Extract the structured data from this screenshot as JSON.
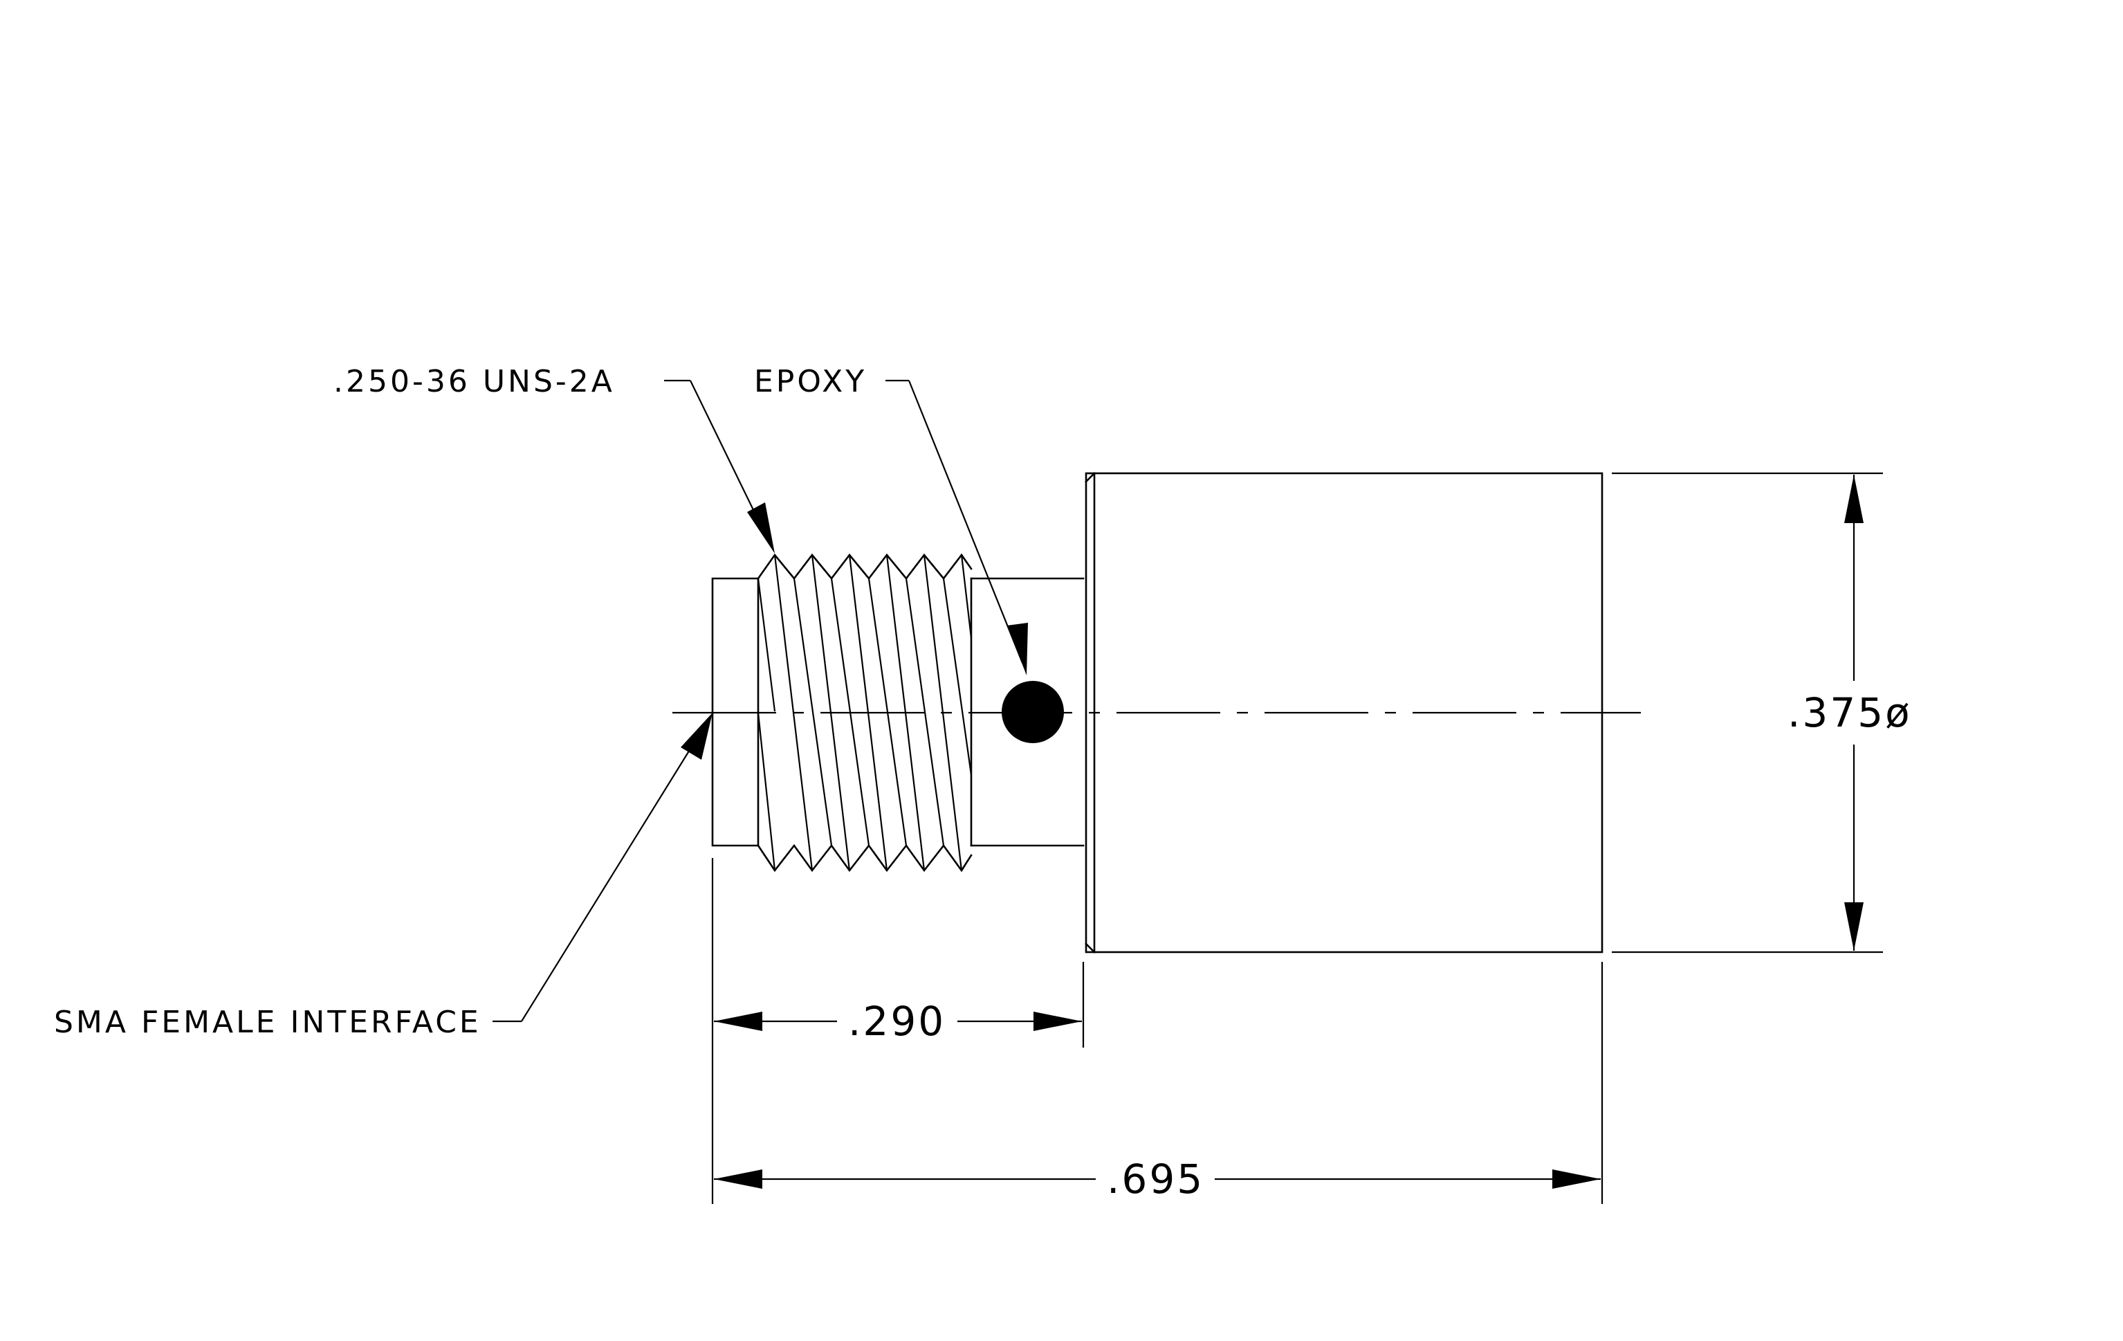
{
  "labels": {
    "thread": ".250-36 UNS-2A",
    "epoxy": "EPOXY",
    "interface": "SMA FEMALE INTERFACE"
  },
  "dimensions": {
    "diameter": ".375ø",
    "short_length": ".290",
    "overall_length": ".695"
  },
  "colors": {
    "line": "#000000",
    "background": "#ffffff"
  }
}
